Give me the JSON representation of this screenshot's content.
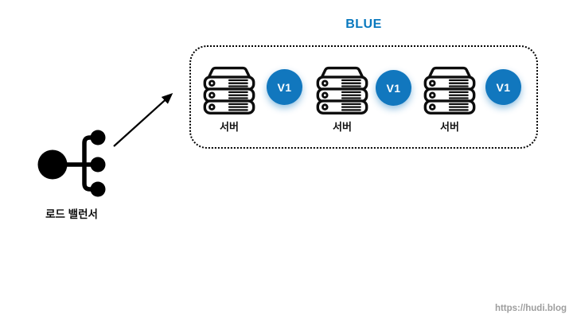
{
  "cluster": {
    "title": "BLUE",
    "title_color": "#0878be",
    "badge_color": "#1177be",
    "nodes": [
      {
        "server_label": "서버",
        "version": "V1"
      },
      {
        "server_label": "서버",
        "version": "V1"
      },
      {
        "server_label": "서버",
        "version": "V1"
      }
    ]
  },
  "load_balancer": {
    "label": "로드 밸런서"
  },
  "watermark": {
    "text": "https://hudi.blog",
    "color": "#9e9e9e"
  },
  "colors": {
    "outline": "#0d0d0d",
    "background": "#ffffff"
  }
}
